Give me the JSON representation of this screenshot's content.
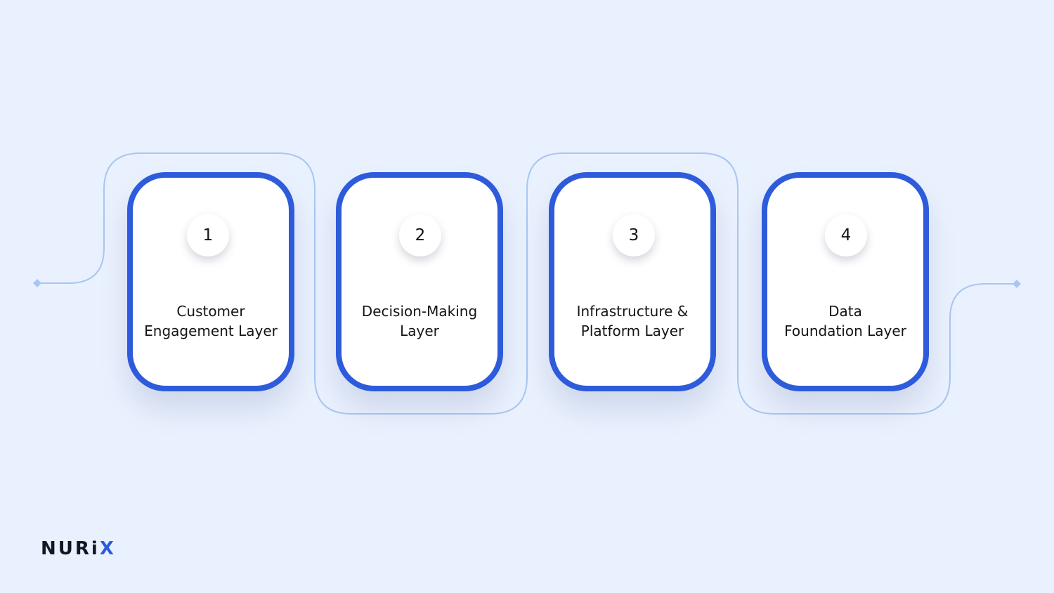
{
  "steps": [
    {
      "number": "1",
      "line1": "Customer",
      "line2": "Engagement Layer"
    },
    {
      "number": "2",
      "line1": "Decision-Making",
      "line2": "Layer"
    },
    {
      "number": "3",
      "line1": "Infrastructure &",
      "line2": "Platform Layer"
    },
    {
      "number": "4",
      "line1": "Data",
      "line2": "Foundation Layer"
    }
  ],
  "logo": {
    "main": "NURi",
    "accent": "X"
  },
  "colors": {
    "background": "#EAF1FE",
    "card_border": "#2D5BDB",
    "connector": "#A9C6F1",
    "logo_accent": "#2D5BDB"
  }
}
